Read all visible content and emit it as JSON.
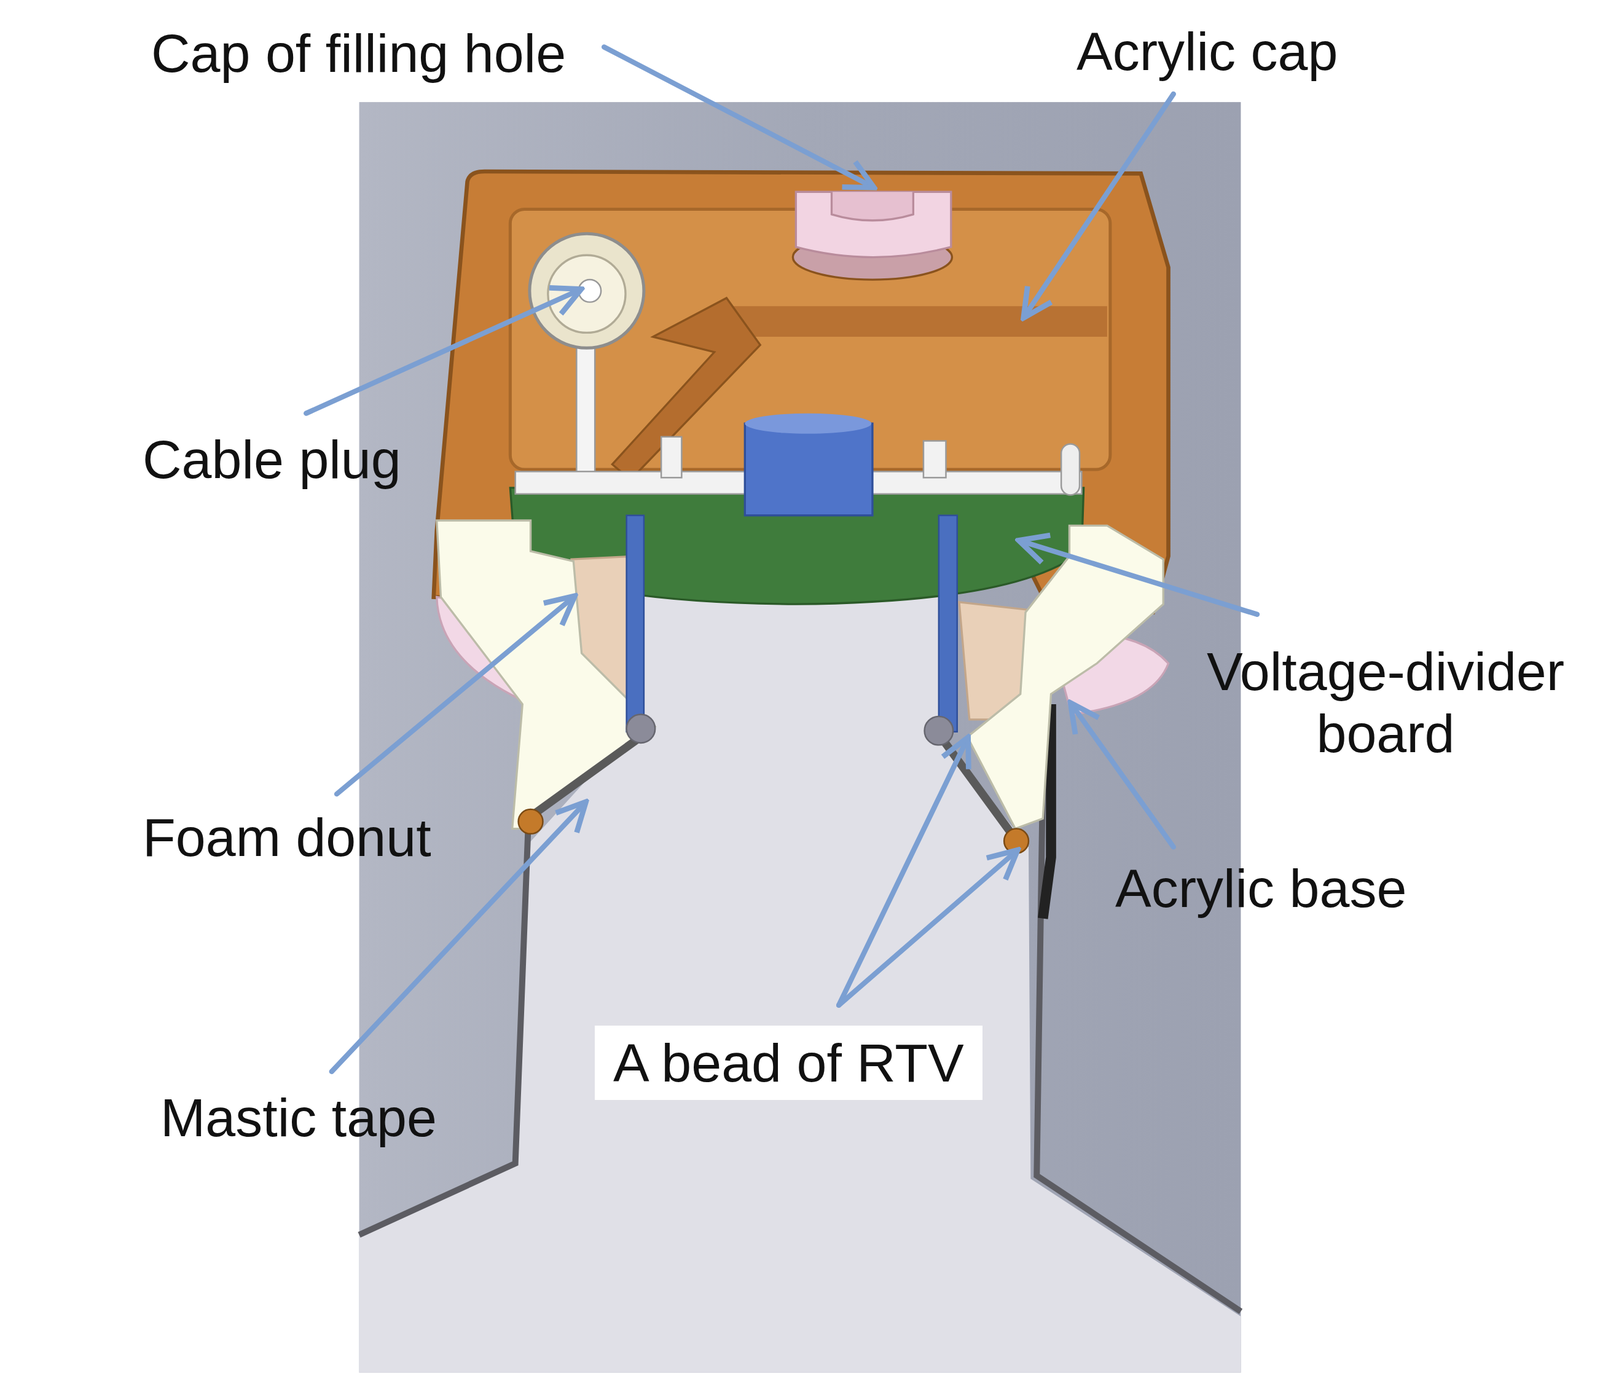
{
  "diagram": {
    "labels": [
      "Cap of filling hole",
      "Acrylic cap",
      "Cable plug",
      "Voltage-divider board",
      "Foam donut",
      "Acrylic base",
      "A bead of RTV",
      "Mastic tape"
    ]
  }
}
